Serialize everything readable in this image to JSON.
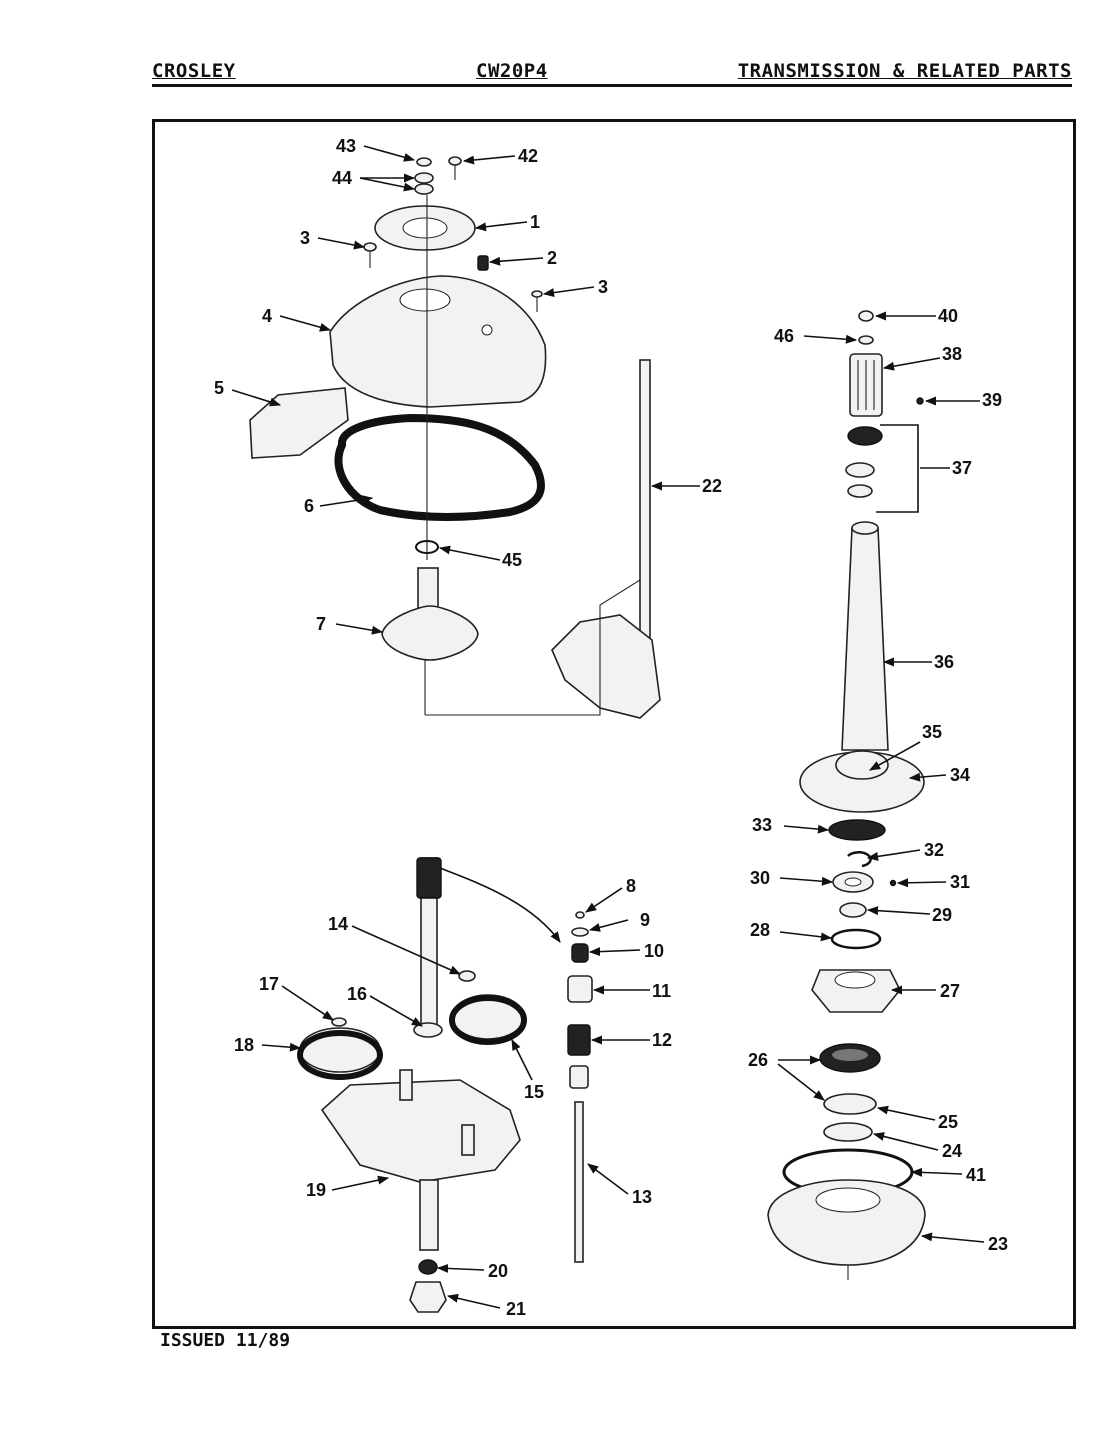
{
  "header": {
    "brand": "CROSLEY",
    "model": "CW20P4",
    "section": "TRANSMISSION & RELATED PARTS"
  },
  "footer": {
    "issued": "ISSUED 11/89"
  },
  "callouts": {
    "c1": "1",
    "c2": "2",
    "c3a": "3",
    "c3b": "3",
    "c4": "4",
    "c5": "5",
    "c6": "6",
    "c7": "7",
    "c8": "8",
    "c9": "9",
    "c10": "10",
    "c11": "11",
    "c12": "12",
    "c13": "13",
    "c14": "14",
    "c15": "15",
    "c16": "16",
    "c17": "17",
    "c18": "18",
    "c19": "19",
    "c20": "20",
    "c21": "21",
    "c22": "22",
    "c23": "23",
    "c24": "24",
    "c25": "25",
    "c26": "26",
    "c27": "27",
    "c28": "28",
    "c29": "29",
    "c30": "30",
    "c31": "31",
    "c32": "32",
    "c33": "33",
    "c34": "34",
    "c35": "35",
    "c36": "36",
    "c37": "37",
    "c38": "38",
    "c39": "39",
    "c40": "40",
    "c41": "41",
    "c42": "42",
    "c43": "43",
    "c44": "44",
    "c45": "45",
    "c46": "46"
  }
}
